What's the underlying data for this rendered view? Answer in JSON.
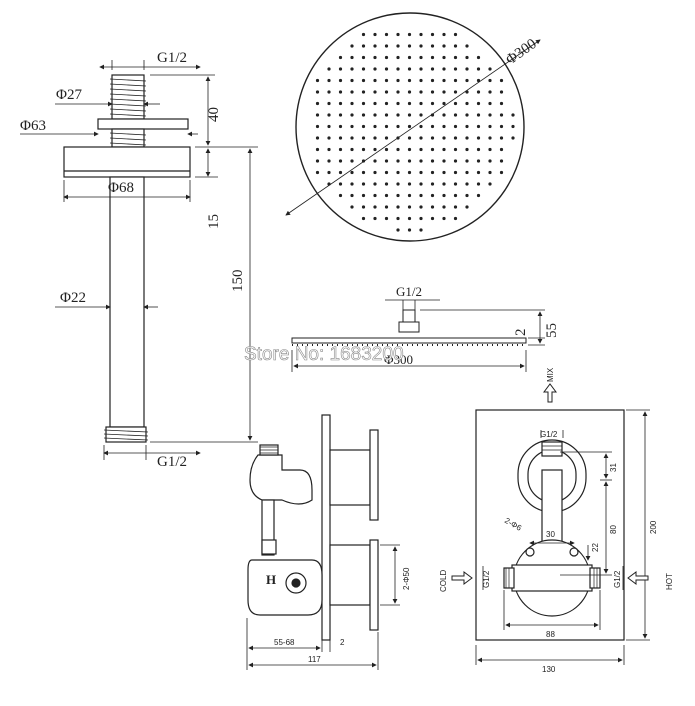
{
  "arm": {
    "thread_top": "G1/2",
    "dia_27": "Φ27",
    "dia_63": "Φ63",
    "dia_68": "Φ68",
    "dia_22": "Φ22",
    "len_40": "40",
    "len_15": "15",
    "len_150": "150",
    "thread_bottom": "G1/2"
  },
  "head_top": {
    "dia": "Φ300"
  },
  "head_side": {
    "thread": "G1/2",
    "h_55": "55",
    "h_2": "2",
    "dia": "Φ300"
  },
  "watermark": "Store No: 1683200",
  "valve_side": {
    "letter": "H",
    "dia_50": "2-Φ50",
    "w_55_68": "55-68",
    "w_2": "2",
    "w_117": "117"
  },
  "valve_front": {
    "mix": "MIX",
    "cold": "COLD",
    "hot": "HOT",
    "g12_top": "G1/2",
    "g12_left": "G1/2",
    "g12_right": "G1/2",
    "d_31": "31",
    "d_80": "80",
    "d_200": "200",
    "d_2phi6": "2-Φ6",
    "d_30": "30",
    "d_22": "22",
    "d_88": "88",
    "d_130": "130"
  }
}
